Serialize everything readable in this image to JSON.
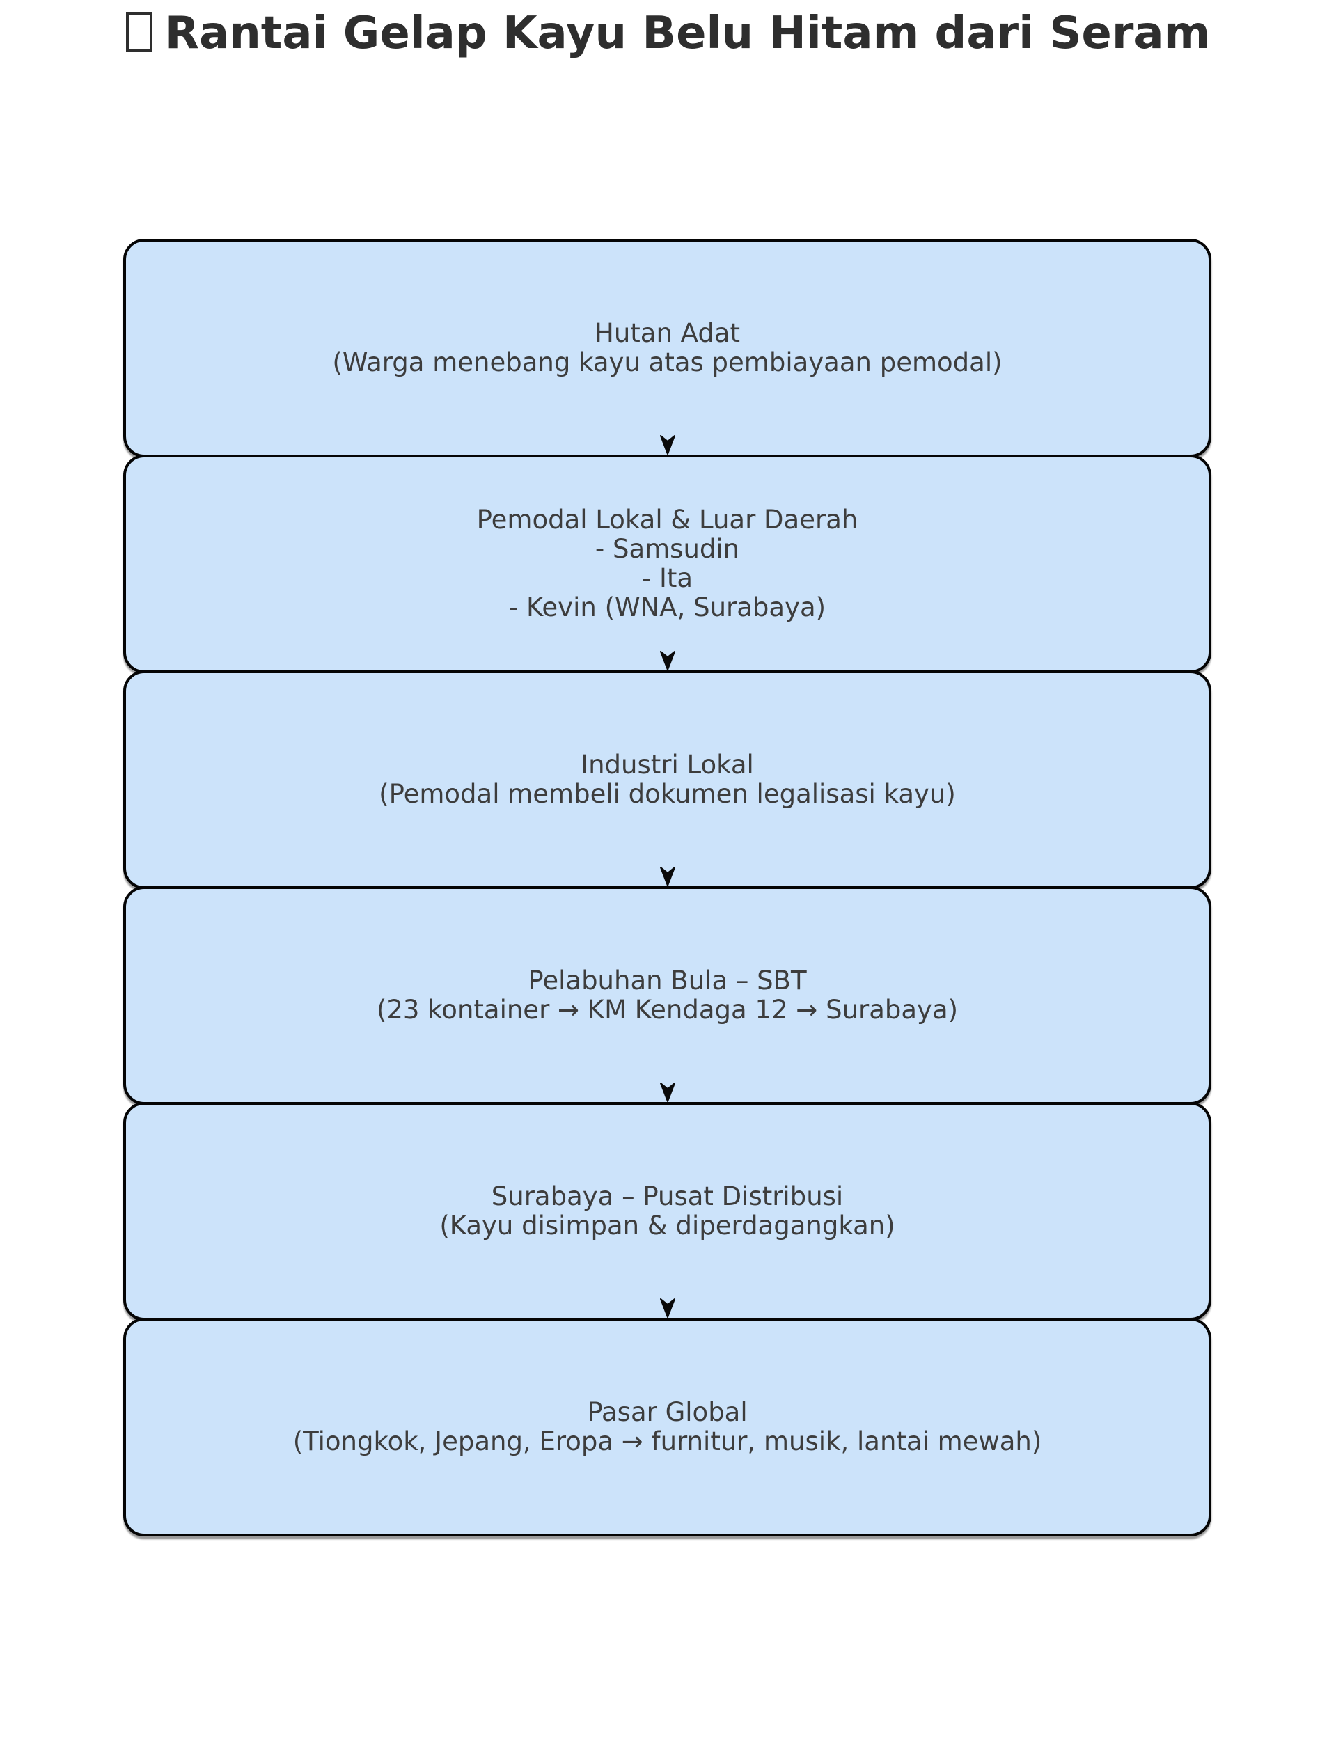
{
  "title": {
    "prefix_glyph": "missing-glyph-box",
    "text": "Rantai Gelap Kayu Belu Hitam dari Seram"
  },
  "flow": {
    "connector_icon": "arrow-down",
    "nodes": [
      {
        "id": "hutan-adat",
        "lines": [
          "Hutan Adat",
          "(Warga menebang kayu atas pembiayaan pemodal)"
        ]
      },
      {
        "id": "pemodal-lokal-luar-daerah",
        "lines": [
          "Pemodal Lokal & Luar Daerah",
          "- Samsudin",
          "- Ita",
          "- Kevin (WNA, Surabaya)"
        ]
      },
      {
        "id": "industri-lokal",
        "lines": [
          "Industri Lokal",
          "(Pemodal membeli dokumen legalisasi kayu)"
        ]
      },
      {
        "id": "pelabuhan-bula-sbt",
        "lines": [
          "Pelabuhan Bula – SBT",
          "(23 kontainer → KM Kendaga 12 → Surabaya)"
        ]
      },
      {
        "id": "surabaya-pusat-distribusi",
        "lines": [
          "Surabaya – Pusat Distribusi",
          "(Kayu disimpan & diperdagangkan)"
        ]
      },
      {
        "id": "pasar-global",
        "lines": [
          "Pasar Global",
          "(Tiongkok, Jepang, Eropa → furnitur, musik, lantai mewah)"
        ]
      }
    ]
  },
  "colors": {
    "background": "#ffffff",
    "node_fill": "#cce3fa",
    "node_border": "#050505",
    "node_text": "#3d3d3d",
    "title_text": "#2e2e2e",
    "arrow": "#0a0a0a"
  }
}
